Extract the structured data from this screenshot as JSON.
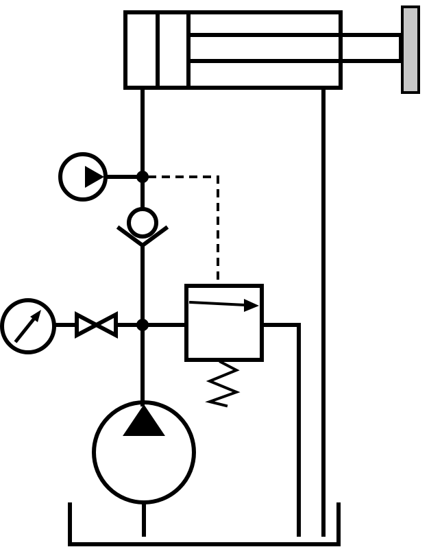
{
  "diagram": {
    "type": "hydraulic-schematic",
    "components": [
      "double-acting-cylinder",
      "accumulator",
      "check-valve",
      "pressure-gauge",
      "shutoff-valve",
      "pressure-relief-valve",
      "hydraulic-pump",
      "reservoir-tank"
    ],
    "colors": {
      "line": "#000000",
      "background": "#ffffff",
      "mount_plate": "#c8c8c8"
    },
    "icons": {
      "gauge": "gauge-icon",
      "pump": "pump-icon",
      "accumulator": "accumulator-icon"
    }
  }
}
